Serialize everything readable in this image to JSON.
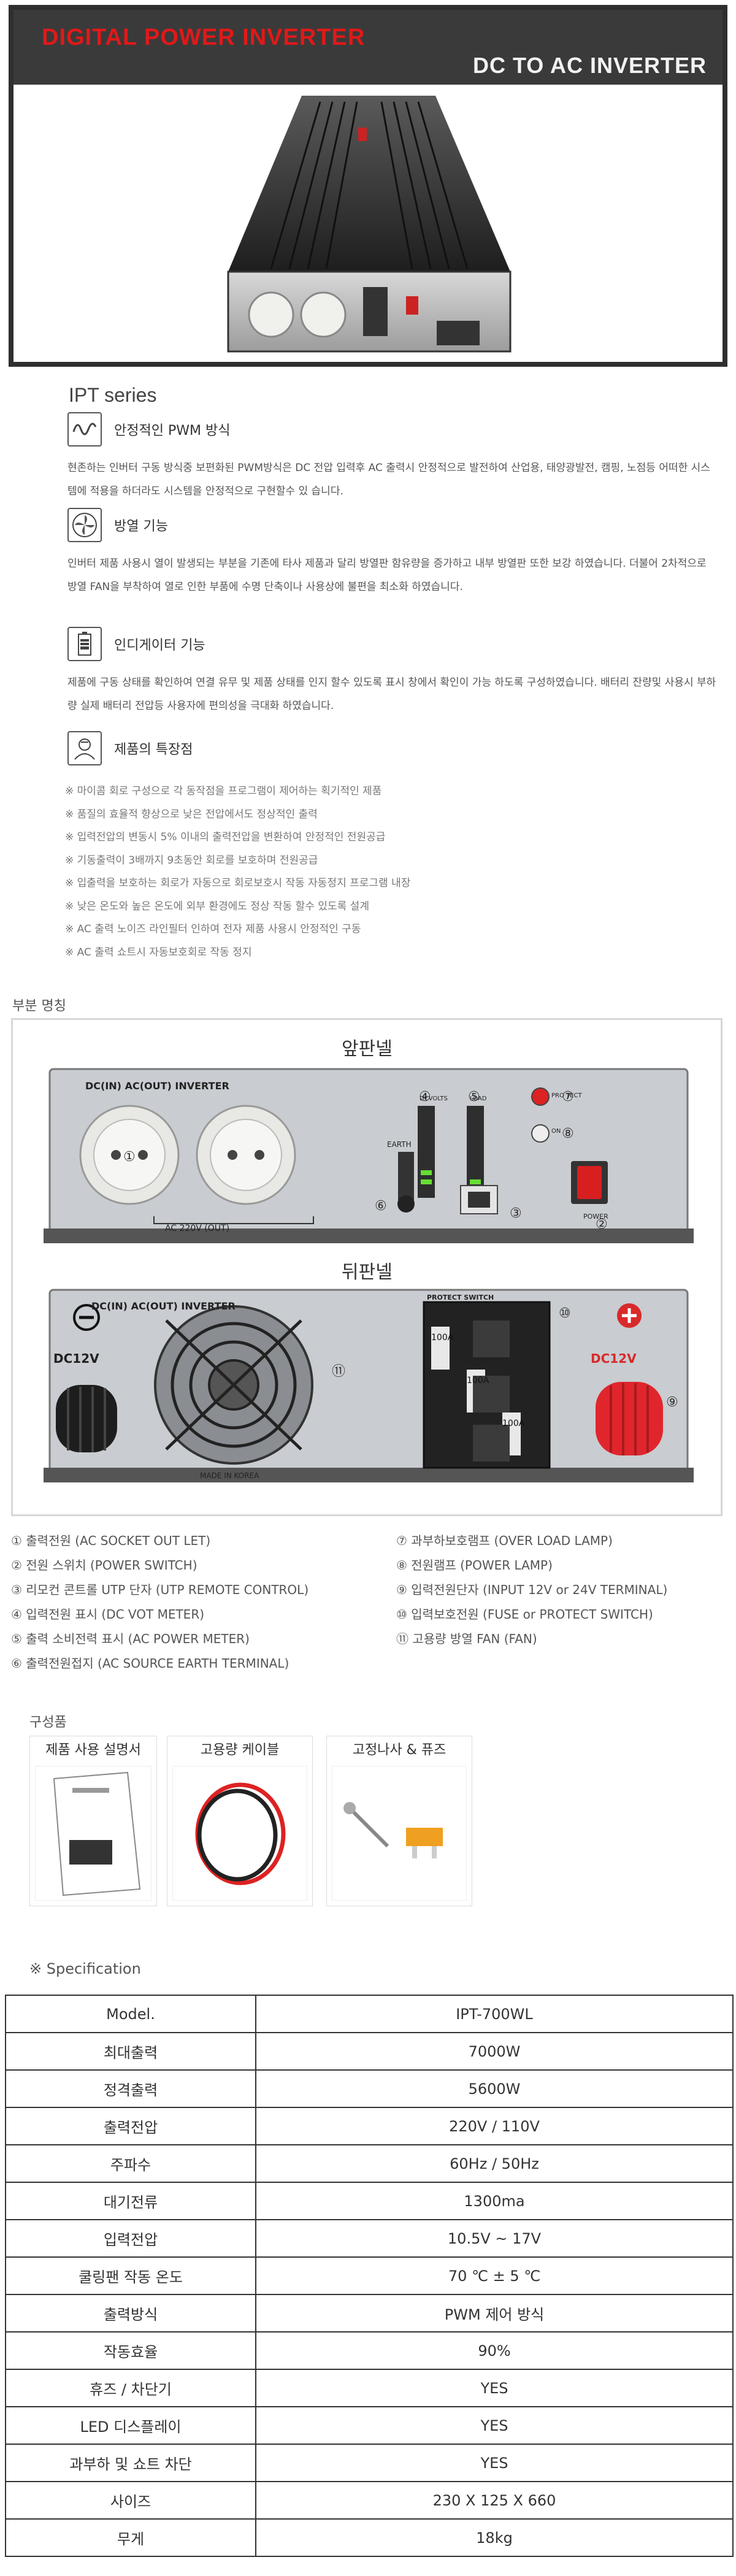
{
  "hero": {
    "title": "DIGITAL POWER INVERTER",
    "subtitle": "DC TO AC INVERTER"
  },
  "series": "IPT series",
  "features": [
    {
      "icon": "pwm-wave-icon",
      "title": "안정적인 PWM 방식",
      "text": "현존하는 인버터 구동 방식중 보편화된 PWM방식은  DC 전압 입력후 AC 출력시 안정적으로 발전하여 산업용, 태양광발전, 캠핑, 노점등 어떠한 시스템에 적용을 하더라도 시스템을 안정적으로 구현할수 있  습니다."
    },
    {
      "icon": "fan-icon",
      "title": "방열 기능",
      "text": "인버터 제품 사용시 열이 발생되는 부분을 기존에 타사 제품과 달리 방열판 함유량을 증가하고 내부 방열판 또한 보강 하였습니다. 더불어 2차적으로 방열 FAN을 부착하여 열로 인한 부품에 수명 단축이나 사용상에 불편을 최소화 하였습니다."
    },
    {
      "icon": "battery-indicator-icon",
      "title": "인디게이터 기능",
      "text": "제품에 구동 상태를 확인하여 연결 유무 및 제품 상태를 인지 할수 있도록 표시 창에서 확인이 가능 하도록 구성하였습니다. 배터리 잔량및 사용시 부하량 실제 배터리 전압등 사용자에 편의성을 극대화 하였습니다."
    },
    {
      "icon": "product-feature-icon",
      "title": "제품의 특장점",
      "text": ""
    }
  ],
  "bullets": [
    "※ 마이콤 회로 구성으로 각 동작점을 프로그램이 제어하는 획기적인 제품",
    "※ 품질의 효율적 향상으로 낮은 전압에서도 정상적인 출력",
    "※ 입력전압의 변동시 5% 이내의 출력전압을 변환하여 안정적인 전원공급",
    "※ 기동출력이 3배까지 9초동안 회로를 보호하며 전원공급",
    "※ 입출력을 보호하는 회로가 자동으로 회로보호시 작동 자동정지 프로그램 내장",
    "※ 낮은 온도와 높은 온도에 외부 환경에도 정상 작동 할수 있도록 설계",
    "※ AC 출력 노이즈 라인필터 인하여 전자 제품 사용시 안정적인 구동",
    "※ AC 출력 쇼트시 자동보호회로 작동 정지"
  ],
  "parts": {
    "title": "부분 명칭",
    "front_label": "앞판넬",
    "back_label": "뒤판넬",
    "front_panel_text": "DC(IN) AC(OUT) INVERTER",
    "back_panel_text": "DC(IN) AC(OUT) INVERTER",
    "socket_label": "AC 220V (OUT)",
    "earth_label": "EARTH",
    "dc_volts": "DCVOLTS",
    "load": "LOAD",
    "protect": "PRO TECT",
    "power": "POWER",
    "on": "ON",
    "protect_switch": "PROTECT SWITCH",
    "dc12v_left": "DC12V",
    "dc12v_right": "DC12V",
    "made_in": "MADE IN KOREA",
    "fuse_a": "100A",
    "fuse_b": "100A",
    "fuse_c": "100A"
  },
  "legend_left": [
    "① 출력전원 (AC SOCKET OUT LET)",
    "② 전원 스위치 (POWER SWITCH)",
    "③ 리모컨 콘트롤 UTP 단자 (UTP REMOTE CONTROL)",
    "④ 입력전원 표시 (DC VOT METER)",
    "⑤ 출력 소비전력 표시 (AC POWER METER)",
    "⑥ 출력전원접지 (AC SOURCE EARTH TERMINAL)"
  ],
  "legend_right": [
    "⑦ 과부하보호램프 (OVER LOAD LAMP)",
    "⑧ 전원램프 (POWER LAMP)",
    "⑨ 입력전원단자 (INPUT 12V or 24V TERMINAL)",
    "⑩ 입력보호전원 (FUSE or PROTECT SWITCH)",
    "⑪ 고용량 방열 FAN (FAN)"
  ],
  "components": {
    "title": "구성품",
    "items": [
      "제품 사용 설명서",
      "고용량 케이블",
      "고정나사 & 퓨즈"
    ]
  },
  "spec": {
    "title": "※ Specification",
    "rows": [
      [
        "Model.",
        "IPT-700WL"
      ],
      [
        "최대출력",
        "7000W"
      ],
      [
        "정격출력",
        "5600W"
      ],
      [
        "출력전압",
        "220V / 110V"
      ],
      [
        "주파수",
        "60Hz / 50Hz"
      ],
      [
        "대기전류",
        "1300ma"
      ],
      [
        "입력전압",
        "10.5V ~ 17V"
      ],
      [
        "쿨링팬 작동 온도",
        "70 ℃ ± 5 ℃"
      ],
      [
        "출력방식",
        "PWM 제어 방식"
      ],
      [
        "작동효율",
        "90%"
      ],
      [
        "휴즈 / 차단기",
        "YES"
      ],
      [
        "LED 디스플레이",
        "YES"
      ],
      [
        "과부하 및 쇼트 차단",
        "YES"
      ],
      [
        "사이즈",
        "230 X 125 X 660"
      ],
      [
        "무게",
        "18kg"
      ]
    ]
  },
  "colors": {
    "accent_red": "#e01919",
    "dark_band": "#3a3a3a",
    "panel_silver": "#c9ccd0"
  }
}
